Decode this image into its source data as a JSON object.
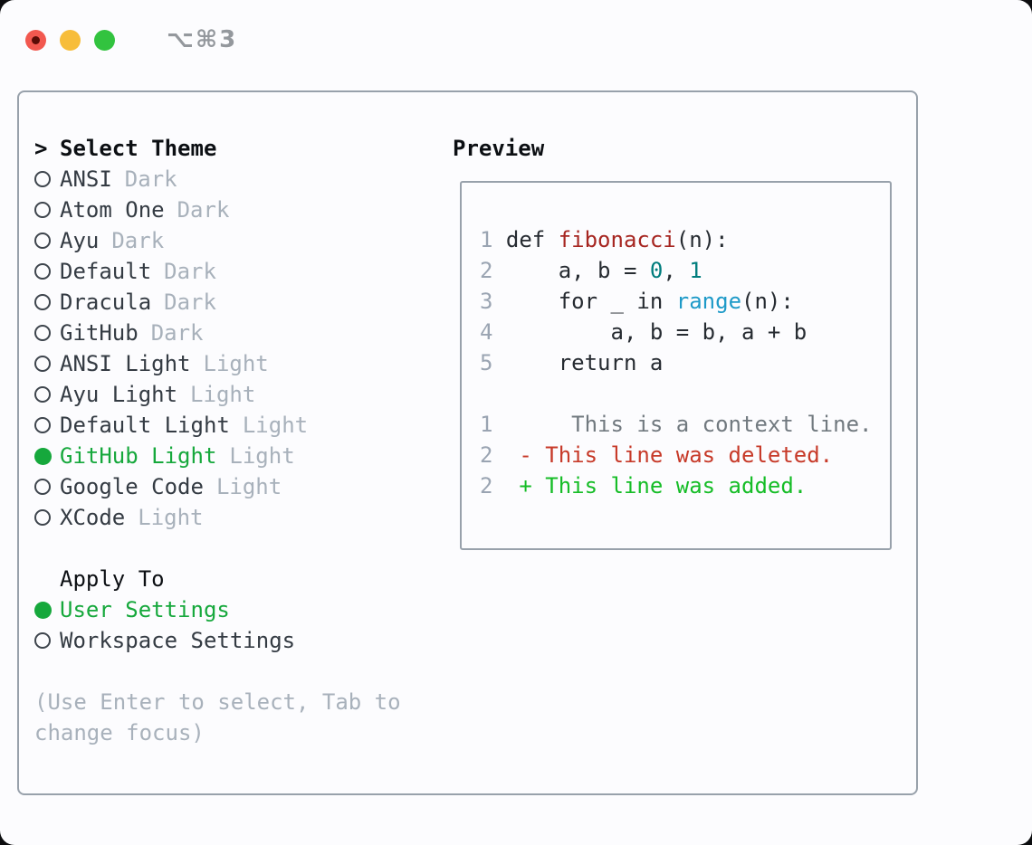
{
  "window": {
    "hotkey": "⌥⌘3"
  },
  "theme_picker": {
    "prompt": ">",
    "title": "Select Theme",
    "themes": [
      {
        "name": "ANSI",
        "variant": "Dark",
        "selected": false
      },
      {
        "name": "Atom One",
        "variant": "Dark",
        "selected": false
      },
      {
        "name": "Ayu",
        "variant": "Dark",
        "selected": false
      },
      {
        "name": "Default",
        "variant": "Dark",
        "selected": false
      },
      {
        "name": "Dracula",
        "variant": "Dark",
        "selected": false
      },
      {
        "name": "GitHub",
        "variant": "Dark",
        "selected": false
      },
      {
        "name": "ANSI Light",
        "variant": "Light",
        "selected": false
      },
      {
        "name": "Ayu Light",
        "variant": "Light",
        "selected": false
      },
      {
        "name": "Default Light",
        "variant": "Light",
        "selected": false
      },
      {
        "name": "GitHub Light",
        "variant": "Light",
        "selected": true
      },
      {
        "name": "Google Code",
        "variant": "Light",
        "selected": false
      },
      {
        "name": "XCode",
        "variant": "Light",
        "selected": false
      }
    ]
  },
  "apply_to": {
    "title": "Apply To",
    "options": [
      {
        "name": "User Settings",
        "selected": true
      },
      {
        "name": "Workspace Settings",
        "selected": false
      }
    ]
  },
  "help_text": "(Use Enter to select, Tab to change focus)",
  "preview": {
    "title": "Preview",
    "code_lines": [
      {
        "num": "1",
        "tokens": [
          {
            "text": "def ",
            "type": "keyword"
          },
          {
            "text": "fibonacci",
            "type": "function"
          },
          {
            "text": "(n):",
            "type": "plain"
          }
        ]
      },
      {
        "num": "2",
        "tokens": [
          {
            "text": "    a, b = ",
            "type": "plain"
          },
          {
            "text": "0",
            "type": "number"
          },
          {
            "text": ", ",
            "type": "plain"
          },
          {
            "text": "1",
            "type": "number"
          }
        ]
      },
      {
        "num": "3",
        "tokens": [
          {
            "text": "    ",
            "type": "plain"
          },
          {
            "text": "for",
            "type": "keyword"
          },
          {
            "text": " _ ",
            "type": "plain"
          },
          {
            "text": "in",
            "type": "keyword"
          },
          {
            "text": " ",
            "type": "plain"
          },
          {
            "text": "range",
            "type": "builtin"
          },
          {
            "text": "(n):",
            "type": "plain"
          }
        ]
      },
      {
        "num": "4",
        "tokens": [
          {
            "text": "        a, b = b, a + b",
            "type": "plain"
          }
        ]
      },
      {
        "num": "5",
        "tokens": [
          {
            "text": "    ",
            "type": "plain"
          },
          {
            "text": "return",
            "type": "keyword"
          },
          {
            "text": " a",
            "type": "plain"
          }
        ]
      }
    ],
    "diff_lines": [
      {
        "num": "1",
        "type": "context",
        "text": "      This is a context line."
      },
      {
        "num": "2",
        "type": "deleted",
        "text": "  - This line was deleted."
      },
      {
        "num": "2",
        "type": "added",
        "text": "  + This line was added."
      }
    ]
  },
  "colors": {
    "accent_green": "#16a83c",
    "diff_added": "#16bd27",
    "diff_deleted": "#c73a29",
    "diff_context": "#71797f",
    "code_function": "#a62621",
    "code_number": "#007d7d",
    "code_builtin": "#1e9ac8",
    "line_number": "#9aa4b2"
  }
}
